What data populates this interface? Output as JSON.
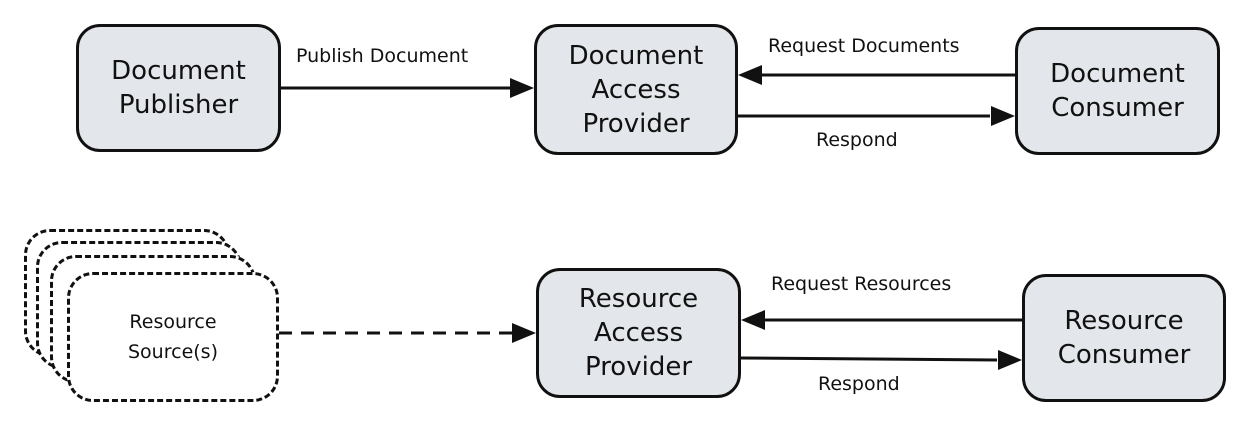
{
  "nodes": {
    "document_publisher": {
      "lines": [
        "Document",
        "Publisher"
      ]
    },
    "document_access_provider": {
      "lines": [
        "Document",
        "Access",
        "Provider"
      ]
    },
    "document_consumer": {
      "lines": [
        "Document",
        "Consumer"
      ]
    },
    "resource_sources": {
      "lines": [
        "Resource",
        "Source(s)"
      ]
    },
    "resource_access_provider": {
      "lines": [
        "Resource",
        "Access",
        "Provider"
      ]
    },
    "resource_consumer": {
      "lines": [
        "Resource",
        "Consumer"
      ]
    }
  },
  "edges": {
    "publish_document": "Publish Document",
    "request_documents": "Request Documents",
    "respond_documents": "Respond",
    "request_resources": "Request Resources",
    "respond_resources": "Respond"
  },
  "colors": {
    "node_fill": "#e3e6ea",
    "stroke": "#111111"
  }
}
